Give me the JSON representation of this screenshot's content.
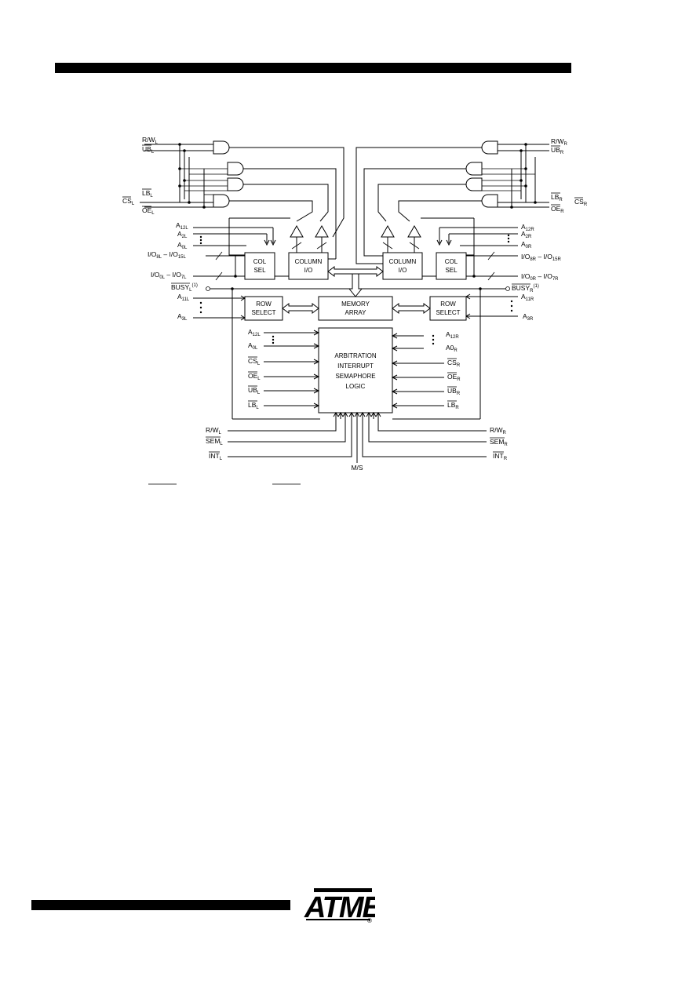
{
  "header": {},
  "footer": {
    "logo_text": "ATMEL",
    "logo_mark": "®"
  },
  "diagram": {
    "left_signals": {
      "rw": "R/W",
      "ub": "UB",
      "cs": "CS",
      "lb": "LB",
      "oe": "OE",
      "a12": "A",
      "a2": "A",
      "a0": "A",
      "io_hi": "I/O",
      "io_lo": "I/O",
      "busy": "BUSY",
      "busy_note": "(1)",
      "a11": "A",
      "a3": "A"
    },
    "right_signals": {
      "rw": "R/W",
      "ub": "UB",
      "lb": "LB",
      "cs": "CS",
      "oe": "OE",
      "a12": "A",
      "a2": "A",
      "a0": "A",
      "io_hi": "I/O",
      "io_lo": "I/O",
      "busy": "BUSY",
      "busy_note": "(1)",
      "a11": "A",
      "a3": "A"
    },
    "blocks": {
      "col_sel_1": "COL",
      "col_sel_2": "SEL",
      "column_io_1": "COLUMN",
      "column_io_2": "I/O",
      "row_select_1": "ROW",
      "row_select_2": "SELECT",
      "memory_1": "MEMORY",
      "memory_2": "ARRAY",
      "logic_1": "ARBITRATION",
      "logic_2": "INTERRUPT",
      "logic_3": "SEMAPHORE",
      "logic_4": "LOGIC"
    },
    "logic_inputs_left": {
      "a12": "A",
      "a0": "A",
      "cs": "CS",
      "oe": "OE",
      "ub": "UB",
      "lb": "LB"
    },
    "logic_inputs_right": {
      "a12": "A",
      "a0": "A0",
      "cs": "CS",
      "oe": "OE",
      "ub": "UB",
      "lb": "LB"
    },
    "bottom_signals": {
      "rw_l": "R/W",
      "sem_l": "SEM",
      "int_l": "INT",
      "rw_r": "R/W",
      "sem_r": "SEM",
      "int_r": "INT",
      "ms": "M/S"
    },
    "subs": {
      "L": "L",
      "R": "R",
      "s12L": "12L",
      "s2L": "2L",
      "s0L": "0L",
      "s11L": "11L",
      "s3L": "3L",
      "s12R": "12R",
      "s2R": "2R",
      "s0R": "0R",
      "s11R": "11R",
      "s3R": "3R",
      "io8L": "8L",
      "io15L": "15L",
      "io0L": "0L",
      "io7L": "7L",
      "io8R": "8R",
      "io15R": "15R",
      "io0R": "0R",
      "io7R": "7R"
    }
  }
}
